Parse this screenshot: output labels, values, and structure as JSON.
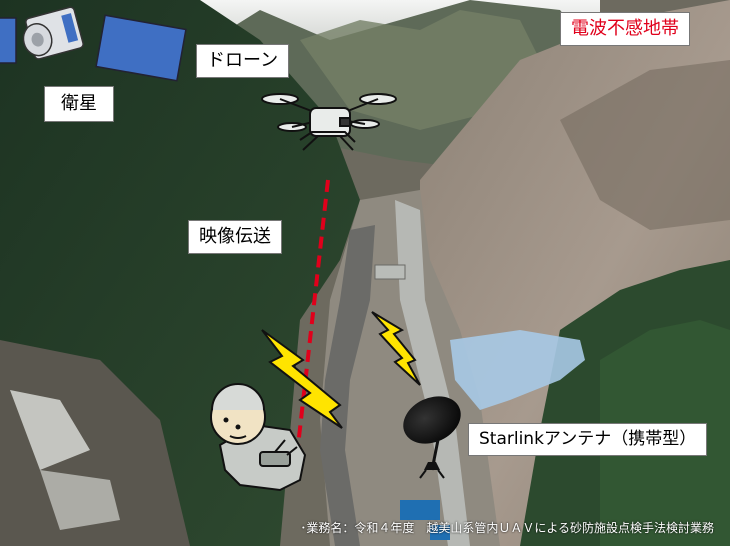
{
  "labels": {
    "zone": "電波不感地帯",
    "drone": "ドローン",
    "satellite": "衛星",
    "transmission": "映像伝送",
    "antenna": "Starlinkアンテナ（携帯型）"
  },
  "caption": "･業務名：令和４年度　越美山系管内ＵＡＶによる砂防施設点検手法検討業務",
  "colors": {
    "zone_text": "#e0001b",
    "link_line": "#e0001b",
    "lightning": "#ffe400"
  }
}
